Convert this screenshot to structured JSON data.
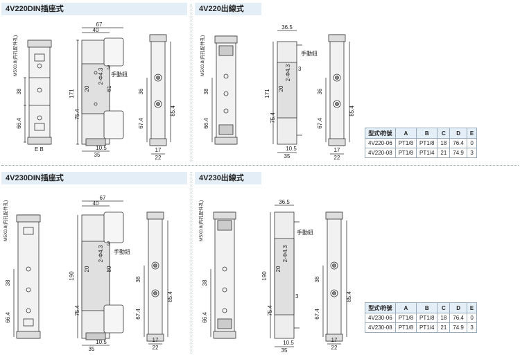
{
  "sections": [
    {
      "title": "4V220DIN插座式",
      "dims": {
        "d67": "67",
        "d40": "40",
        "d171": "171",
        "d61": "61",
        "d20": "20",
        "d38": "38",
        "d75": "75.4",
        "d66": "66.4",
        "d35": "35",
        "d10": "10.5",
        "d36": "36",
        "d67b": "67.4",
        "d85": "85.4",
        "d17": "17",
        "d22": "22",
        "hole": "2-Φ4.3",
        "p3": "3"
      },
      "texts": {
        "screw": "M5X0.8(内孔配件孔)",
        "manual": "手動鈕",
        "eb": "E B"
      }
    },
    {
      "title": "4V220出線式",
      "dims": {
        "d36": "36.5",
        "d171": "171",
        "d20": "20",
        "d38": "38",
        "d75": "75.4",
        "d66": "66.4",
        "d35": "35",
        "d10": "10.5",
        "d36b": "36",
        "d67b": "67.4",
        "d85": "85.4",
        "d17": "17",
        "d22": "22",
        "hole": "2-Φ4.3",
        "p3": "3"
      },
      "texts": {
        "screw": "M5X0.8(内孔配件孔)",
        "manual": "手動鈕"
      }
    },
    {
      "title": "4V230DIN插座式",
      "dims": {
        "d67": "67",
        "d40": "40",
        "d190": "190",
        "d80": "80",
        "d20": "20",
        "d38": "38",
        "d75": "75.4",
        "d66": "66.4",
        "d35": "35",
        "d10": "10.5",
        "d36": "36",
        "d67b": "67.4",
        "d85": "85.4",
        "d17": "17",
        "d22": "22",
        "hole": "2-Φ4.3",
        "p3": "3"
      },
      "texts": {
        "screw": "M5X0.8(内孔配件孔)",
        "manual": "手動鈕"
      }
    },
    {
      "title": "4V230出線式",
      "dims": {
        "d36": "36.5",
        "d190": "190",
        "d20": "20",
        "d38": "38",
        "d75": "75.4",
        "d66": "66.4",
        "d35": "35",
        "d10": "10.5",
        "d36b": "36",
        "d67b": "67.4",
        "d85": "85.4",
        "d17": "17",
        "d22": "22",
        "hole": "2-Φ4.3",
        "p3": "3"
      },
      "texts": {
        "screw": "M5X0.8(内孔配件孔)",
        "manual": "手動鈕"
      }
    }
  ],
  "table220": {
    "headers": [
      "型式\\符號",
      "A",
      "B",
      "C",
      "D",
      "E"
    ],
    "rows": [
      [
        "4V220-06",
        "PT1/8",
        "PT1/8",
        "18",
        "76.4",
        "0"
      ],
      [
        "4V220-08",
        "PT1/8",
        "PT1/4",
        "21",
        "74.9",
        "3"
      ]
    ]
  },
  "table230": {
    "headers": [
      "型式\\符號",
      "A",
      "B",
      "C",
      "D",
      "E"
    ],
    "rows": [
      [
        "4V230-06",
        "PT1/8",
        "PT1/8",
        "18",
        "76.4",
        "0"
      ],
      [
        "4V230-08",
        "PT1/8",
        "PT1/4",
        "21",
        "74.9",
        "3"
      ]
    ]
  }
}
